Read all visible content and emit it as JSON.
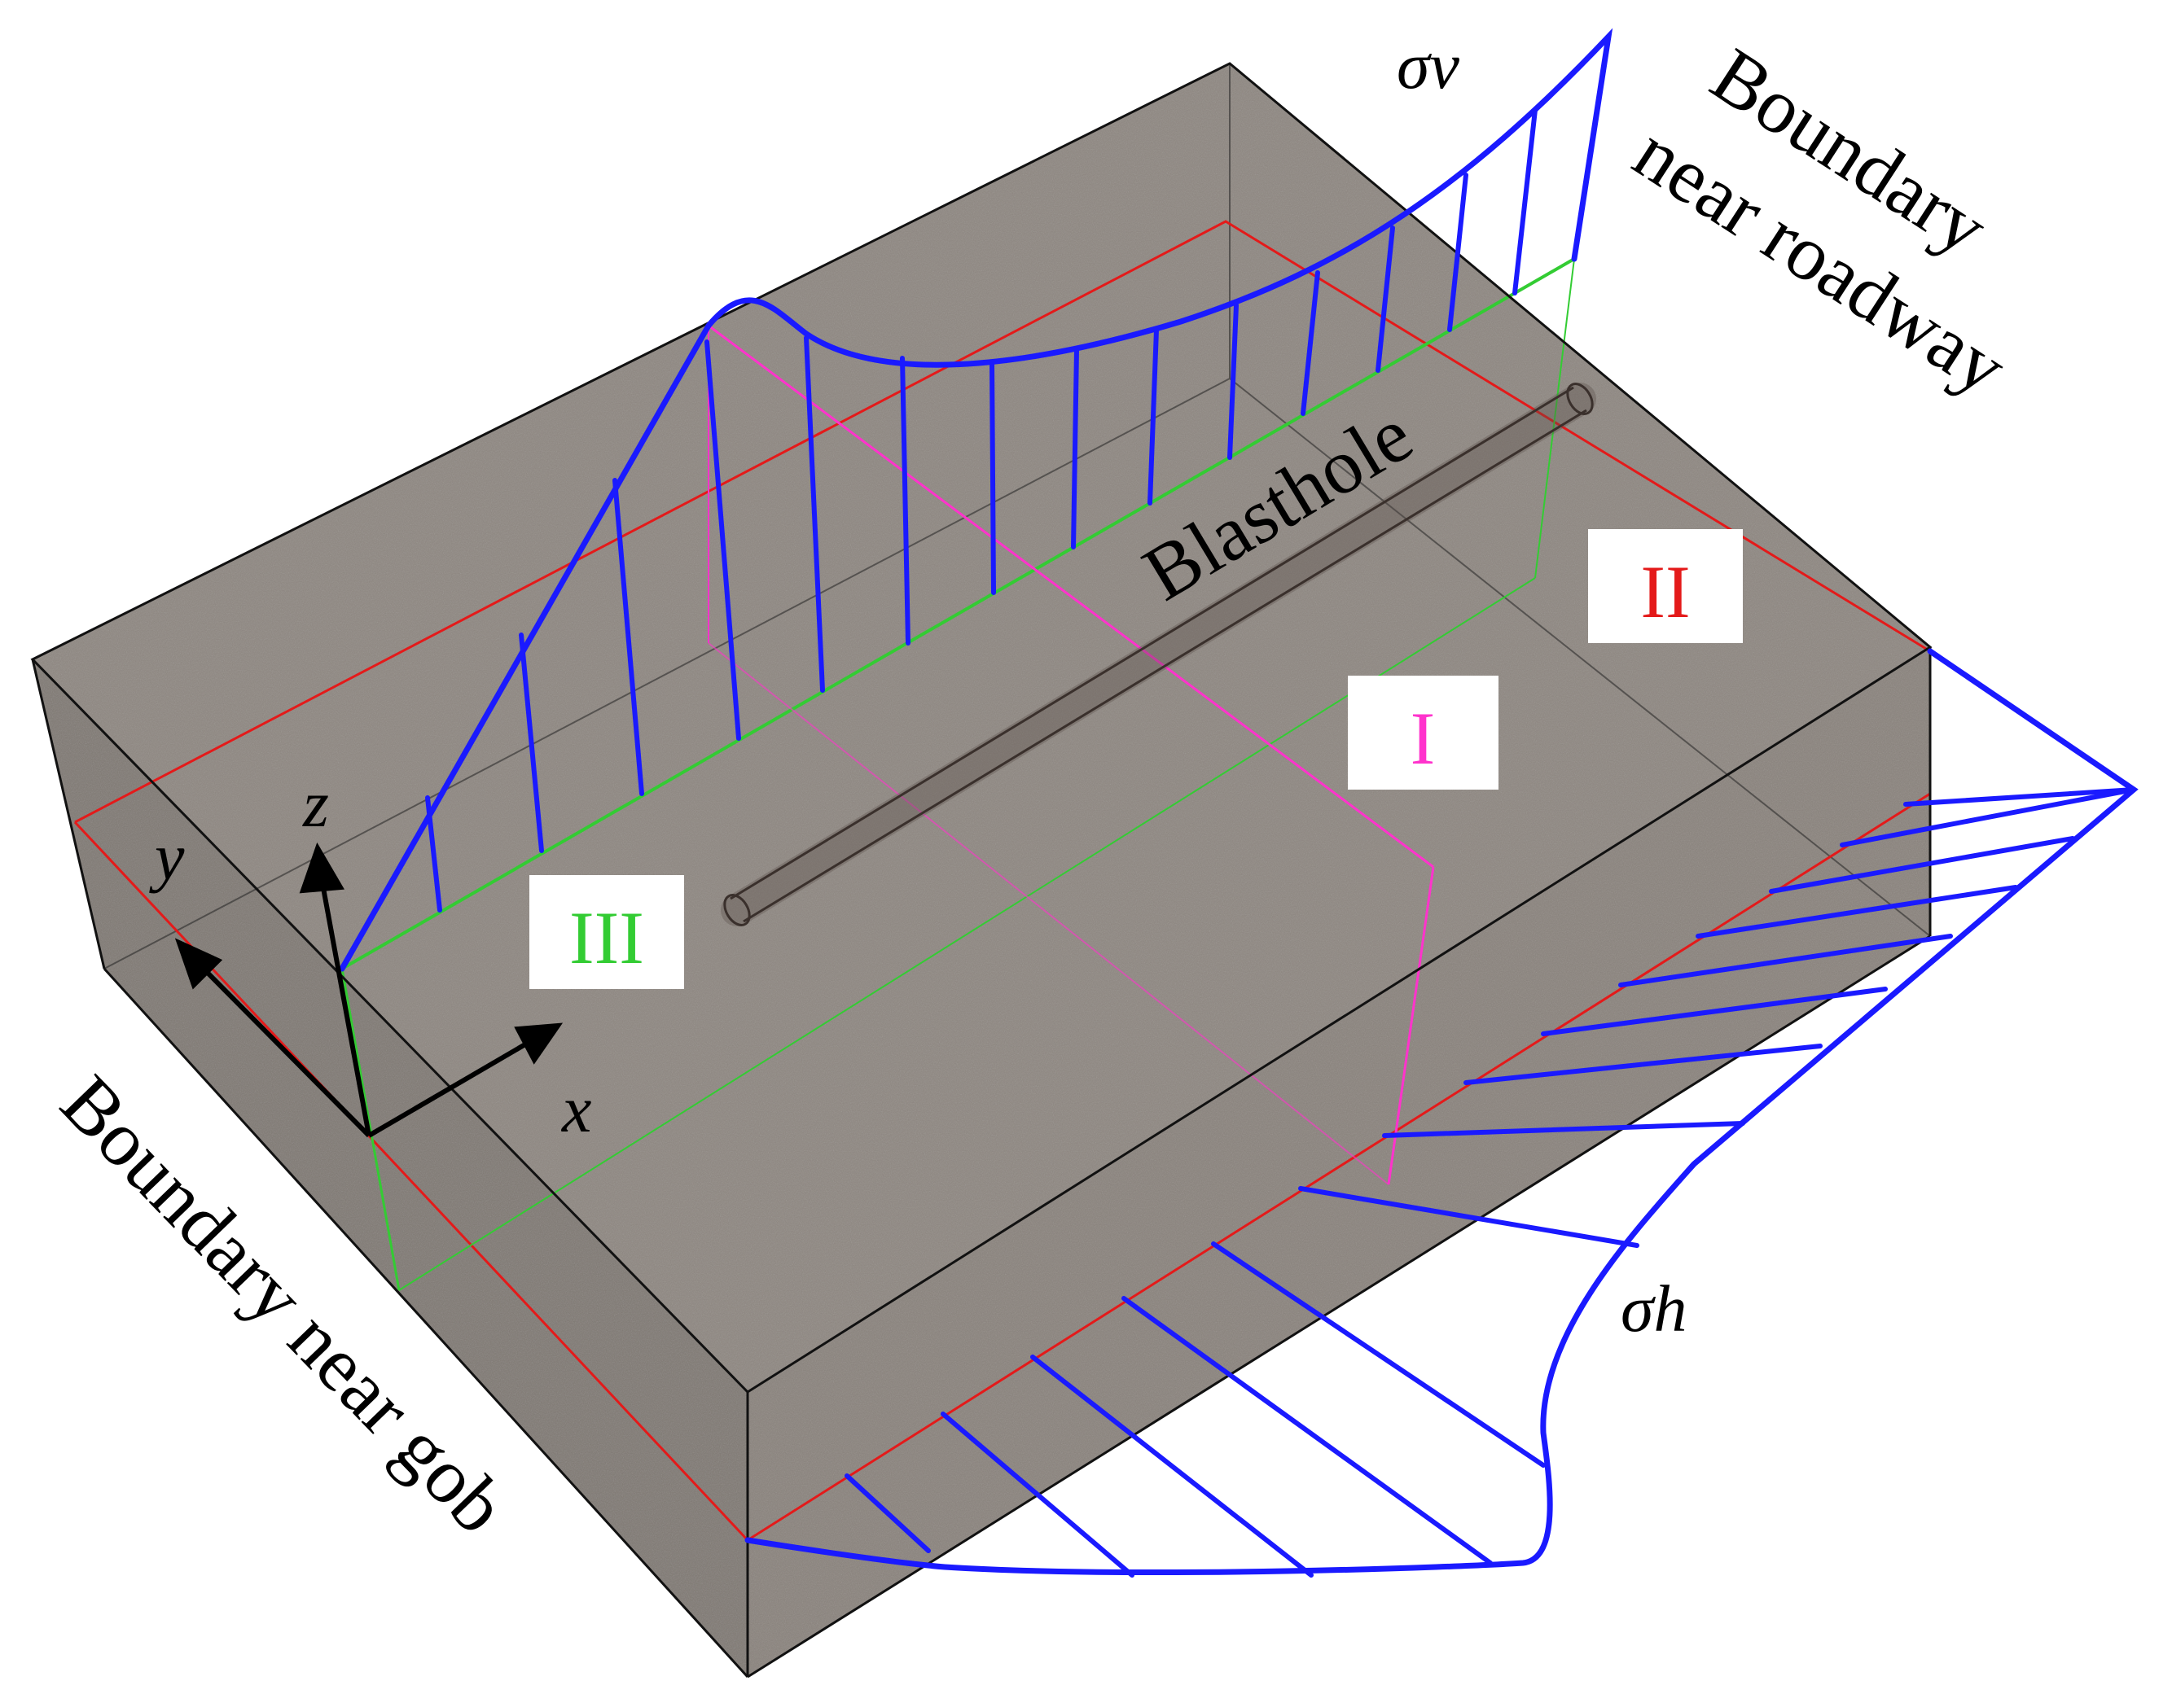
{
  "labels": {
    "sigma_v": "σv",
    "sigma_h": "σh",
    "boundary_roadway_line1": "Boundary",
    "boundary_roadway_line2": "near roadway",
    "boundary_gob": "Boundary near gob",
    "blasthole": "Blasthole",
    "axis_x": "x",
    "axis_y": "y",
    "axis_z": "z"
  },
  "zones": [
    {
      "id": "I",
      "label": "I",
      "color": "#ff33cc"
    },
    {
      "id": "II",
      "label": "II",
      "color": "#e41a1a"
    },
    {
      "id": "III",
      "label": "III",
      "color": "#33cc33"
    }
  ],
  "colors": {
    "stress_curve": "#1a1aff",
    "rock_block": "#8f8882",
    "block_edge": "#111111",
    "plane_I": "#ff33cc",
    "plane_II": "#e41a1a",
    "plane_III": "#33cc33"
  }
}
